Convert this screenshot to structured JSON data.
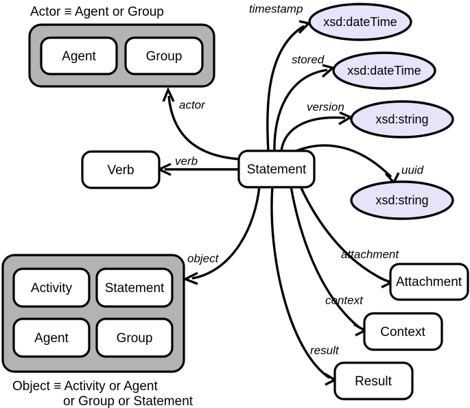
{
  "diagram": {
    "title_hidden": "xAPI Statement structure diagram",
    "captions": {
      "actor": "Actor ≡ Agent or Group",
      "object_line1": "Object ≡ Activity or Agent",
      "object_line2": "or Group or Statement"
    },
    "central_node": {
      "label": "Statement"
    },
    "groups": [
      {
        "name": "actor-group",
        "caption": "Actor ≡ Agent or Group",
        "members": [
          {
            "label": "Agent"
          },
          {
            "label": "Group"
          }
        ]
      },
      {
        "name": "object-group",
        "caption": "Object ≡ Activity or Agent or Group or Statement",
        "members": [
          {
            "label": "Activity"
          },
          {
            "label": "Statement"
          },
          {
            "label": "Agent"
          },
          {
            "label": "Group"
          }
        ]
      }
    ],
    "nodes": [
      {
        "id": "verb",
        "label": "Verb",
        "shape": "rounded-rect"
      },
      {
        "id": "attachment",
        "label": "Attachment",
        "shape": "rounded-rect"
      },
      {
        "id": "context",
        "label": "Context",
        "shape": "rounded-rect"
      },
      {
        "id": "result",
        "label": "Result",
        "shape": "rounded-rect"
      },
      {
        "id": "timestamp-type",
        "label": "xsd:dateTime",
        "shape": "ellipse"
      },
      {
        "id": "stored-type",
        "label": "xsd:dateTime",
        "shape": "ellipse"
      },
      {
        "id": "version-type",
        "label": "xsd:string",
        "shape": "ellipse"
      },
      {
        "id": "uuid-type",
        "label": "xsd:string",
        "shape": "ellipse"
      }
    ],
    "edges": [
      {
        "id": "timestamp",
        "label": "timestamp",
        "from": "Statement",
        "to": "xsd:dateTime"
      },
      {
        "id": "stored",
        "label": "stored",
        "from": "Statement",
        "to": "xsd:dateTime"
      },
      {
        "id": "version",
        "label": "version",
        "from": "Statement",
        "to": "xsd:string"
      },
      {
        "id": "uuid",
        "label": "uuid",
        "from": "Statement",
        "to": "xsd:string"
      },
      {
        "id": "actor",
        "label": "actor",
        "from": "Statement",
        "to": "Actor"
      },
      {
        "id": "verb",
        "label": "verb",
        "from": "Statement",
        "to": "Verb"
      },
      {
        "id": "object",
        "label": "object",
        "from": "Statement",
        "to": "Object"
      },
      {
        "id": "attachment",
        "label": "attachment",
        "from": "Statement",
        "to": "Attachment"
      },
      {
        "id": "context",
        "label": "context",
        "from": "Statement",
        "to": "Context"
      },
      {
        "id": "result",
        "label": "result",
        "from": "Statement",
        "to": "Result"
      }
    ],
    "colors": {
      "group_fill": "#b3b3b3",
      "ellipse_fill": "#e7e3f8",
      "node_fill": "#ffffff",
      "stroke": "#000000"
    }
  }
}
